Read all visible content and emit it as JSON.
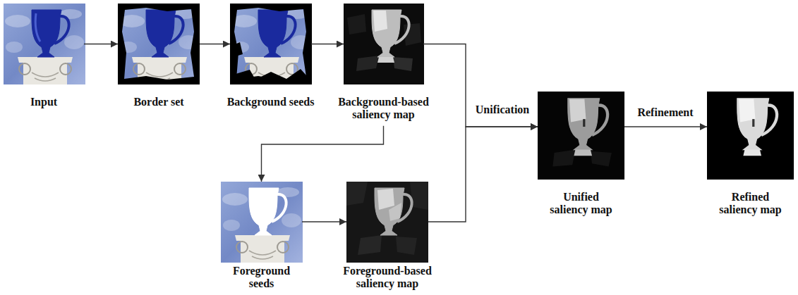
{
  "diagram": {
    "nodes": [
      {
        "text": [
          "Input"
        ]
      },
      {
        "text": [
          "Border set"
        ]
      },
      {
        "text": [
          "Background seeds"
        ]
      },
      {
        "text": [
          "Background-based saliency map"
        ]
      },
      {
        "text": [
          "Foreground seeds"
        ]
      },
      {
        "text": [
          "Foreground-based saliency map"
        ]
      },
      {
        "text": [
          "Unified saliency map"
        ]
      },
      {
        "text": [
          "Refined saliency map"
        ]
      }
    ],
    "edges": [
      {
        "from": 0,
        "to": 1,
        "arrow": "to"
      },
      {
        "from": 1,
        "to": 2,
        "arrow": "to"
      },
      {
        "from": 2,
        "to": 3,
        "arrow": "to"
      },
      {
        "from": 3,
        "to": 6,
        "label": "Unification",
        "arrow": "to"
      },
      {
        "from": 3,
        "to": 4,
        "arrow": "to"
      },
      {
        "from": 4,
        "to": 5,
        "arrow": "to"
      },
      {
        "from": 5,
        "to": 6,
        "arrow": "to"
      },
      {
        "from": 6,
        "to": 7,
        "label": "Refinement",
        "arrow": "to"
      }
    ]
  }
}
